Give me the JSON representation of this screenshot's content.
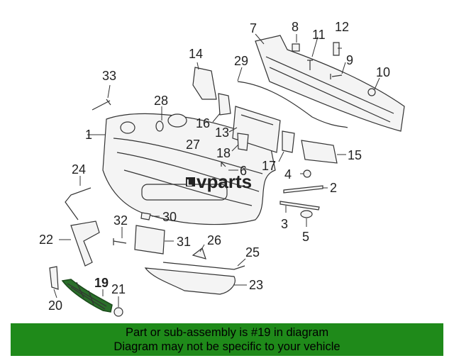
{
  "watermark": {
    "prefix": "L",
    "text": "vparts"
  },
  "callouts": [
    "1",
    "2",
    "3",
    "4",
    "5",
    "6",
    "7",
    "8",
    "9",
    "10",
    "11",
    "12",
    "13",
    "14",
    "15",
    "16",
    "17",
    "18",
    "19",
    "20",
    "21",
    "22",
    "23",
    "24",
    "25",
    "26",
    "27",
    "28",
    "29",
    "30",
    "31",
    "32",
    "33"
  ],
  "highlight": {
    "color": "#2a6e2a",
    "part": "19"
  },
  "banner": {
    "bg": "#1f8a1a",
    "line1": "Part or sub-assembly is #19 in diagram",
    "line2": "Diagram may not be specific to your vehicle"
  }
}
